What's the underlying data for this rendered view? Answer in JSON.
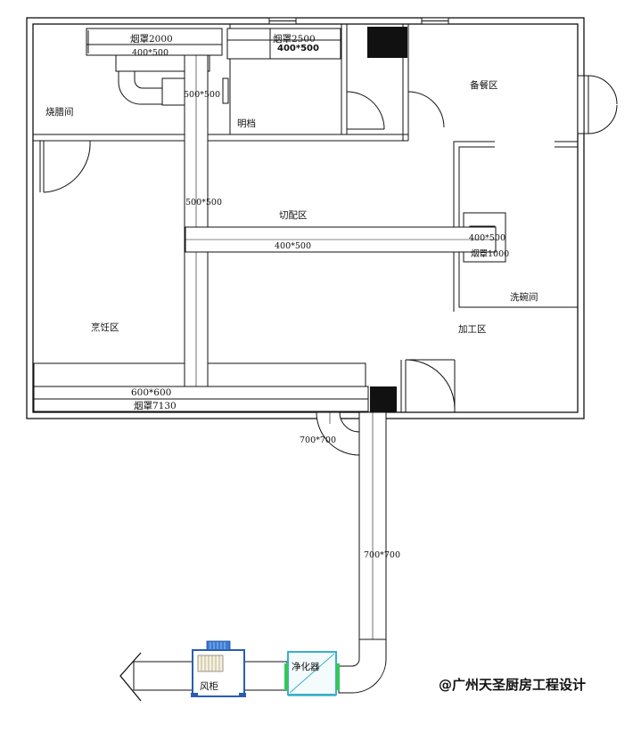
{
  "rooms": {
    "shaola": "烧腊间",
    "mingdang": "明档",
    "beican": "备餐区",
    "qiepei": "切配区",
    "pengren": "烹饪区",
    "jiagong": "加工区",
    "xiwan": "洗碗间"
  },
  "hoods": {
    "hood_2000": "烟罩2000",
    "hood_2500": "烟罩2500",
    "hood_1000": "烟罩1000",
    "hood_7130": "烟罩7130"
  },
  "ducts": {
    "d1": "400*500",
    "d2": "400*500",
    "d3": "500*500",
    "d4": "500*500",
    "d5": "400*500",
    "d6": "400*500",
    "d7": "600*600",
    "d8": "700*700",
    "d9": "700*700"
  },
  "equipment": {
    "fan_cabinet": "风柜",
    "purifier": "净化器"
  },
  "watermark": "@广州天圣厨房工程设计",
  "colors": {
    "line": "#111111",
    "fan_border": "#2a5db0",
    "fan_top": "#3a7bd5",
    "fan_fill": "#f6f1d8",
    "purifier_border": "#3bb0c9",
    "purifier_accent": "#34c759"
  }
}
